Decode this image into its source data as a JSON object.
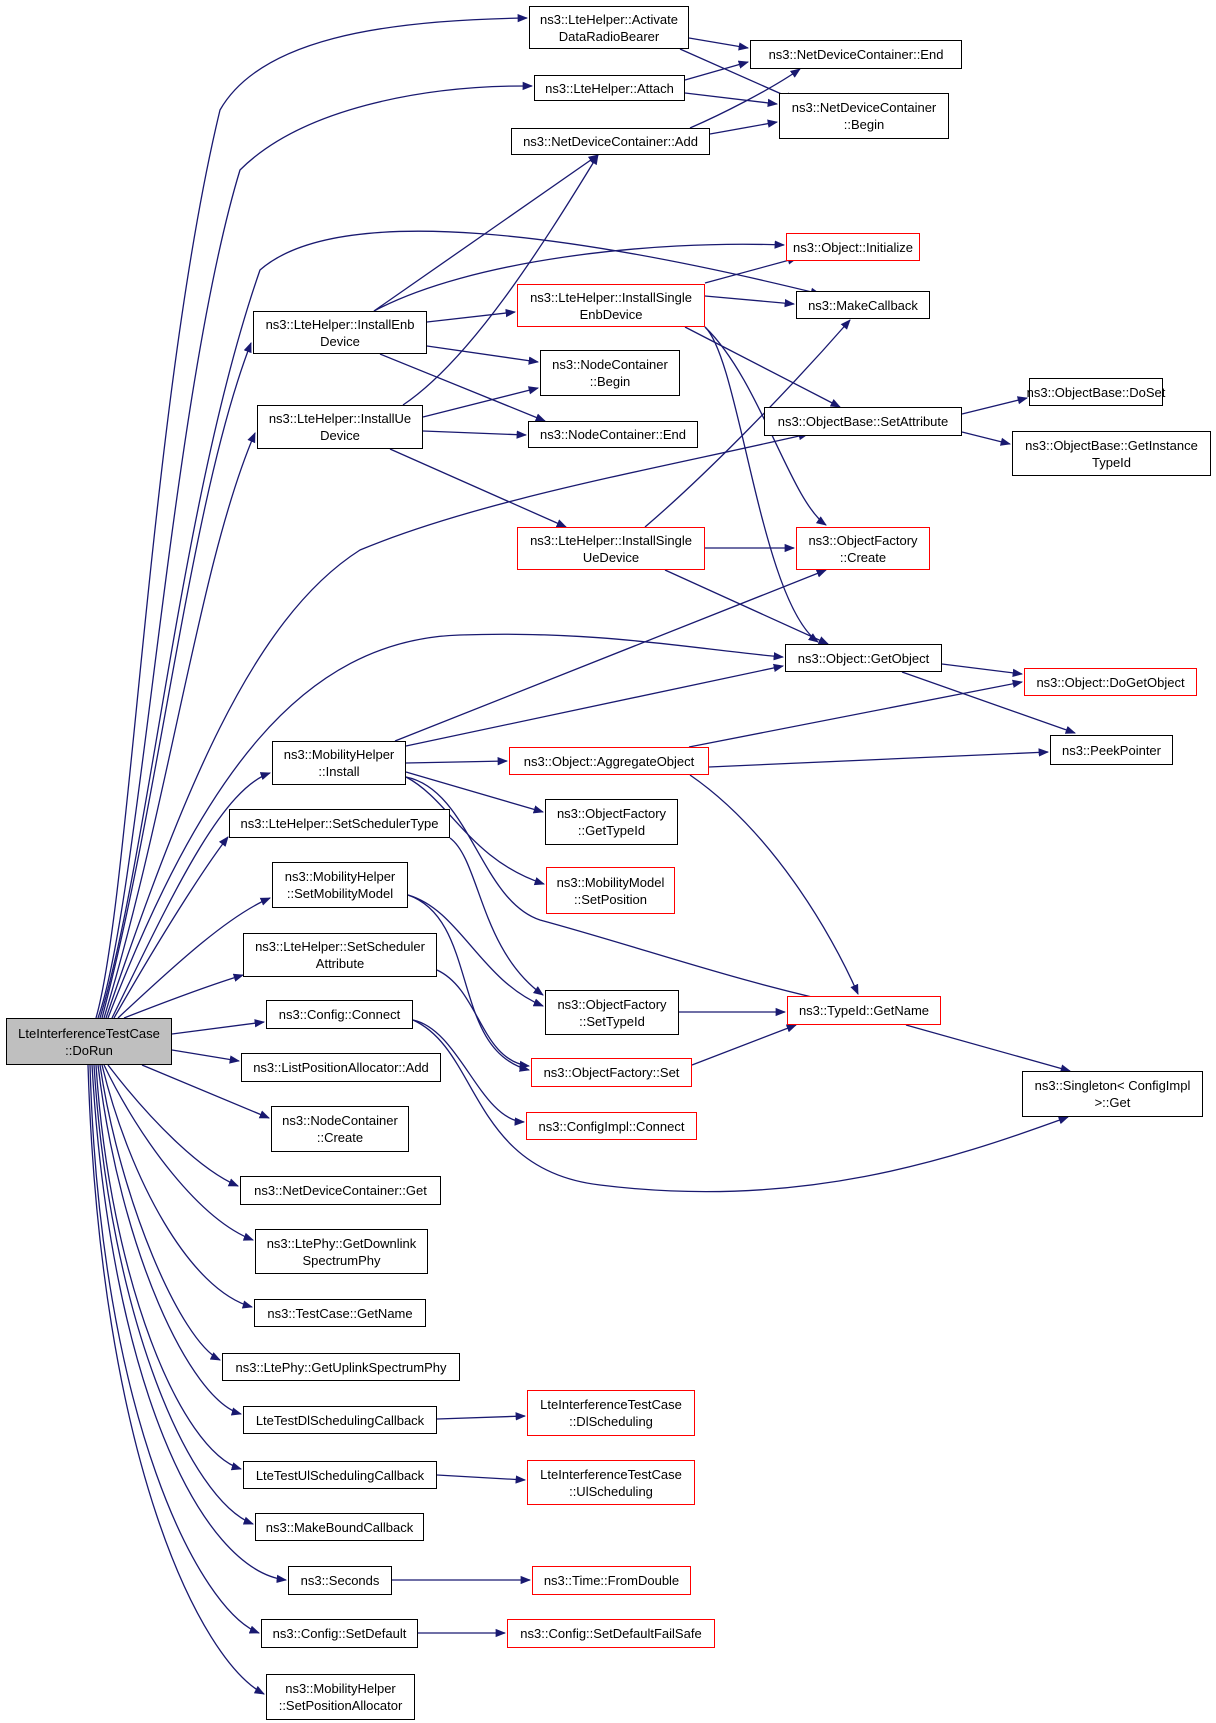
{
  "colors": {
    "edge": "#191970",
    "node_border": "#000000",
    "node_border_truncated": "#ff0000",
    "root_fill": "#bfbfbf",
    "background": "#ffffff"
  },
  "nodes": {
    "root": "LteInterferenceTestCase\n::DoRun",
    "activate": "ns3::LteHelper::Activate\nDataRadioBearer",
    "attach": "ns3::LteHelper::Attach",
    "ndc_add": "ns3::NetDeviceContainer::Add",
    "ndc_end": "ns3::NetDeviceContainer::End",
    "ndc_begin": "ns3::NetDeviceContainer\n::Begin",
    "obj_init": "ns3::Object::Initialize",
    "install_enb": "ns3::LteHelper::InstallEnb\nDevice",
    "install_single_enb": "ns3::LteHelper::InstallSingle\nEnbDevice",
    "make_cb": "ns3::MakeCallback",
    "nc_begin": "ns3::NodeContainer\n::Begin",
    "install_ue": "ns3::LteHelper::InstallUe\nDevice",
    "nc_end": "ns3::NodeContainer::End",
    "ob_setattr": "ns3::ObjectBase::SetAttribute",
    "ob_doset": "ns3::ObjectBase::DoSet",
    "ob_getinst": "ns3::ObjectBase::GetInstance\nTypeId",
    "install_single_ue": "ns3::LteHelper::InstallSingle\nUeDevice",
    "of_create": "ns3::ObjectFactory\n::Create",
    "obj_getobject": "ns3::Object::GetObject",
    "obj_dogetobject": "ns3::Object::DoGetObject",
    "mh_install": "ns3::MobilityHelper\n::Install",
    "obj_aggregate": "ns3::Object::AggregateObject",
    "peekpointer": "ns3::PeekPointer",
    "set_sched_type": "ns3::LteHelper::SetSchedulerType",
    "of_gettypeid": "ns3::ObjectFactory\n::GetTypeId",
    "mm_setpos": "ns3::MobilityModel\n::SetPosition",
    "mh_setmobility": "ns3::MobilityHelper\n::SetMobilityModel",
    "set_sched_attr": "ns3::LteHelper::SetScheduler\nAttribute",
    "of_settypeid": "ns3::ObjectFactory\n::SetTypeId",
    "typeid_getname": "ns3::TypeId::GetName",
    "config_connect": "ns3::Config::Connect",
    "lpa_add": "ns3::ListPositionAllocator::Add",
    "of_set": "ns3::ObjectFactory::Set",
    "singleton_get": "ns3::Singleton< ConfigImpl\n>::Get",
    "configimpl_connect": "ns3::ConfigImpl::Connect",
    "nc_create": "ns3::NodeContainer\n::Create",
    "ndc_get": "ns3::NetDeviceContainer::Get",
    "ltephy_getdl": "ns3::LtePhy::GetDownlink\nSpectrumPhy",
    "testcase_getname": "ns3::TestCase::GetName",
    "ltephy_getul": "ns3::LtePhy::GetUplinkSpectrumPhy",
    "dl_sched_cb": "LteTestDlSchedulingCallback",
    "ltc_dlsched": "LteInterferenceTestCase\n::DlScheduling",
    "ul_sched_cb": "LteTestUlSchedulingCallback",
    "ltc_ulsched": "LteInterferenceTestCase\n::UlScheduling",
    "make_bound_cb": "ns3::MakeBoundCallback",
    "seconds": "ns3::Seconds",
    "time_fromdouble": "ns3::Time::FromDouble",
    "config_setdefault": "ns3::Config::SetDefault",
    "config_setdefaultfs": "ns3::Config::SetDefaultFailSafe",
    "mh_setposalloc": "ns3::MobilityHelper\n::SetPositionAllocator"
  }
}
